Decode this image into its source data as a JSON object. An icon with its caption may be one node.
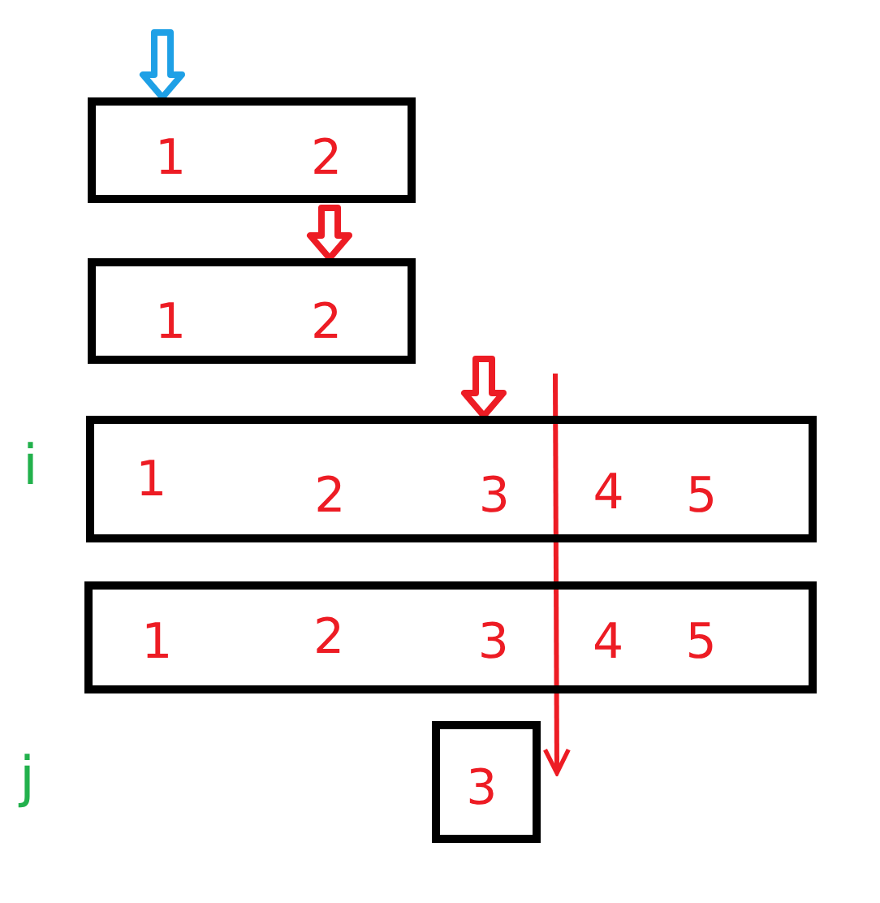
{
  "diagram": {
    "nodes": [
      {
        "text": [
          "1",
          "2"
        ]
      },
      {
        "text": [
          "1",
          "2"
        ]
      },
      {
        "text": [
          "1",
          "2",
          "3",
          "4",
          "5"
        ]
      },
      {
        "text": [
          "1",
          "2",
          "3",
          "4",
          "5"
        ]
      },
      {
        "text": [
          "3"
        ]
      }
    ],
    "edges": [
      {
        "from": null,
        "to": 0,
        "arrow": "to",
        "color": "#1ea0e6"
      },
      {
        "from": null,
        "to": 1,
        "arrow": "to"
      },
      {
        "from": null,
        "to": 2,
        "arrow": "to"
      },
      {
        "from": null,
        "to": 4,
        "arrow": "to"
      }
    ],
    "labels": [
      "i",
      "j"
    ]
  }
}
